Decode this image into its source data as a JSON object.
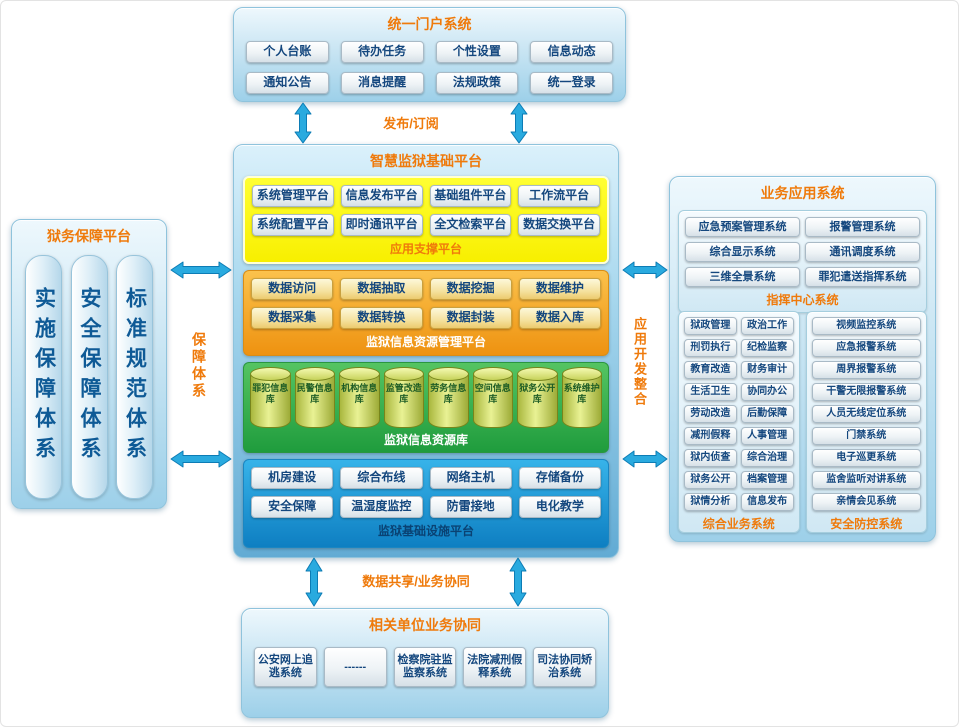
{
  "colors": {
    "title_orange": "#ef7a0b",
    "arrow_blue": "#29aadf",
    "section_yellow": "#f8ef00",
    "section_orange": "#ee9210",
    "section_green": "#2aa344",
    "section_blue": "#1b8fc9"
  },
  "labels": {
    "publish_subscribe": "发布/订阅",
    "guarantee_system": "保障体系",
    "app_dev_integration": "应用开发整合",
    "data_share": "数据共享/业务协同"
  },
  "portal": {
    "title": "统一门户系统",
    "items": [
      "个人台账",
      "待办任务",
      "个性设置",
      "信息动态",
      "通知公告",
      "消息提醒",
      "法规政策",
      "统一登录"
    ]
  },
  "platform": {
    "title": "智慧监狱基础平台",
    "app_support": {
      "label": "应用支撑平台",
      "items": [
        "系统管理平台",
        "信息发布平台",
        "基础组件平台",
        "工作流平台",
        "系统配置平台",
        "即时通讯平台",
        "全文检索平台",
        "数据交换平台"
      ]
    },
    "resource_mgmt": {
      "label": "监狱信息资源管理平台",
      "items": [
        "数据访问",
        "数据抽取",
        "数据挖掘",
        "数据维护",
        "数据采集",
        "数据转换",
        "数据封装",
        "数据入库"
      ]
    },
    "resource_db": {
      "label": "监狱信息资源库",
      "items": [
        "罪犯信息库",
        "民警信息库",
        "机构信息库",
        "监管改造库",
        "劳务信息库",
        "空间信息库",
        "狱务公开库",
        "系统维护库"
      ]
    },
    "infrastructure": {
      "label": "监狱基础设施平台",
      "items": [
        "机房建设",
        "综合布线",
        "网络主机",
        "存储备份",
        "安全保障",
        "温湿度监控",
        "防雷接地",
        "电化教学"
      ]
    }
  },
  "support_platform": {
    "title": "狱务保障平台",
    "items": [
      "实施保障体系",
      "安全保障体系",
      "标准规范体系"
    ]
  },
  "business": {
    "title": "业务应用系统",
    "command_center": {
      "label": "指挥中心系统",
      "items": [
        "应急预案管理系统",
        "报警管理系统",
        "综合显示系统",
        "通讯调度系统",
        "三维全景系统",
        "罪犯遣送指挥系统"
      ]
    },
    "comprehensive": {
      "label": "综合业务系统",
      "items": [
        "狱政管理",
        "政治工作",
        "刑罚执行",
        "纪检监察",
        "教育改造",
        "财务审计",
        "生活卫生",
        "协同办公",
        "劳动改造",
        "后勤保障",
        "减刑假释",
        "人事管理",
        "狱内侦查",
        "综合治理",
        "狱务公开",
        "档案管理",
        "狱情分析",
        "信息发布"
      ]
    },
    "security": {
      "label": "安全防控系统",
      "items": [
        "视频监控系统",
        "应急报警系统",
        "周界报警系统",
        "干警无限报警系统",
        "人员无线定位系统",
        "门禁系统",
        "电子巡更系统",
        "监舍监听对讲系统",
        "亲情会见系统"
      ]
    }
  },
  "collaboration": {
    "title": "相关单位业务协同",
    "items": [
      "公安网上追逃系统",
      "------",
      "检察院驻监监察系统",
      "法院减刑假释系统",
      "司法协同矫治系统"
    ]
  }
}
